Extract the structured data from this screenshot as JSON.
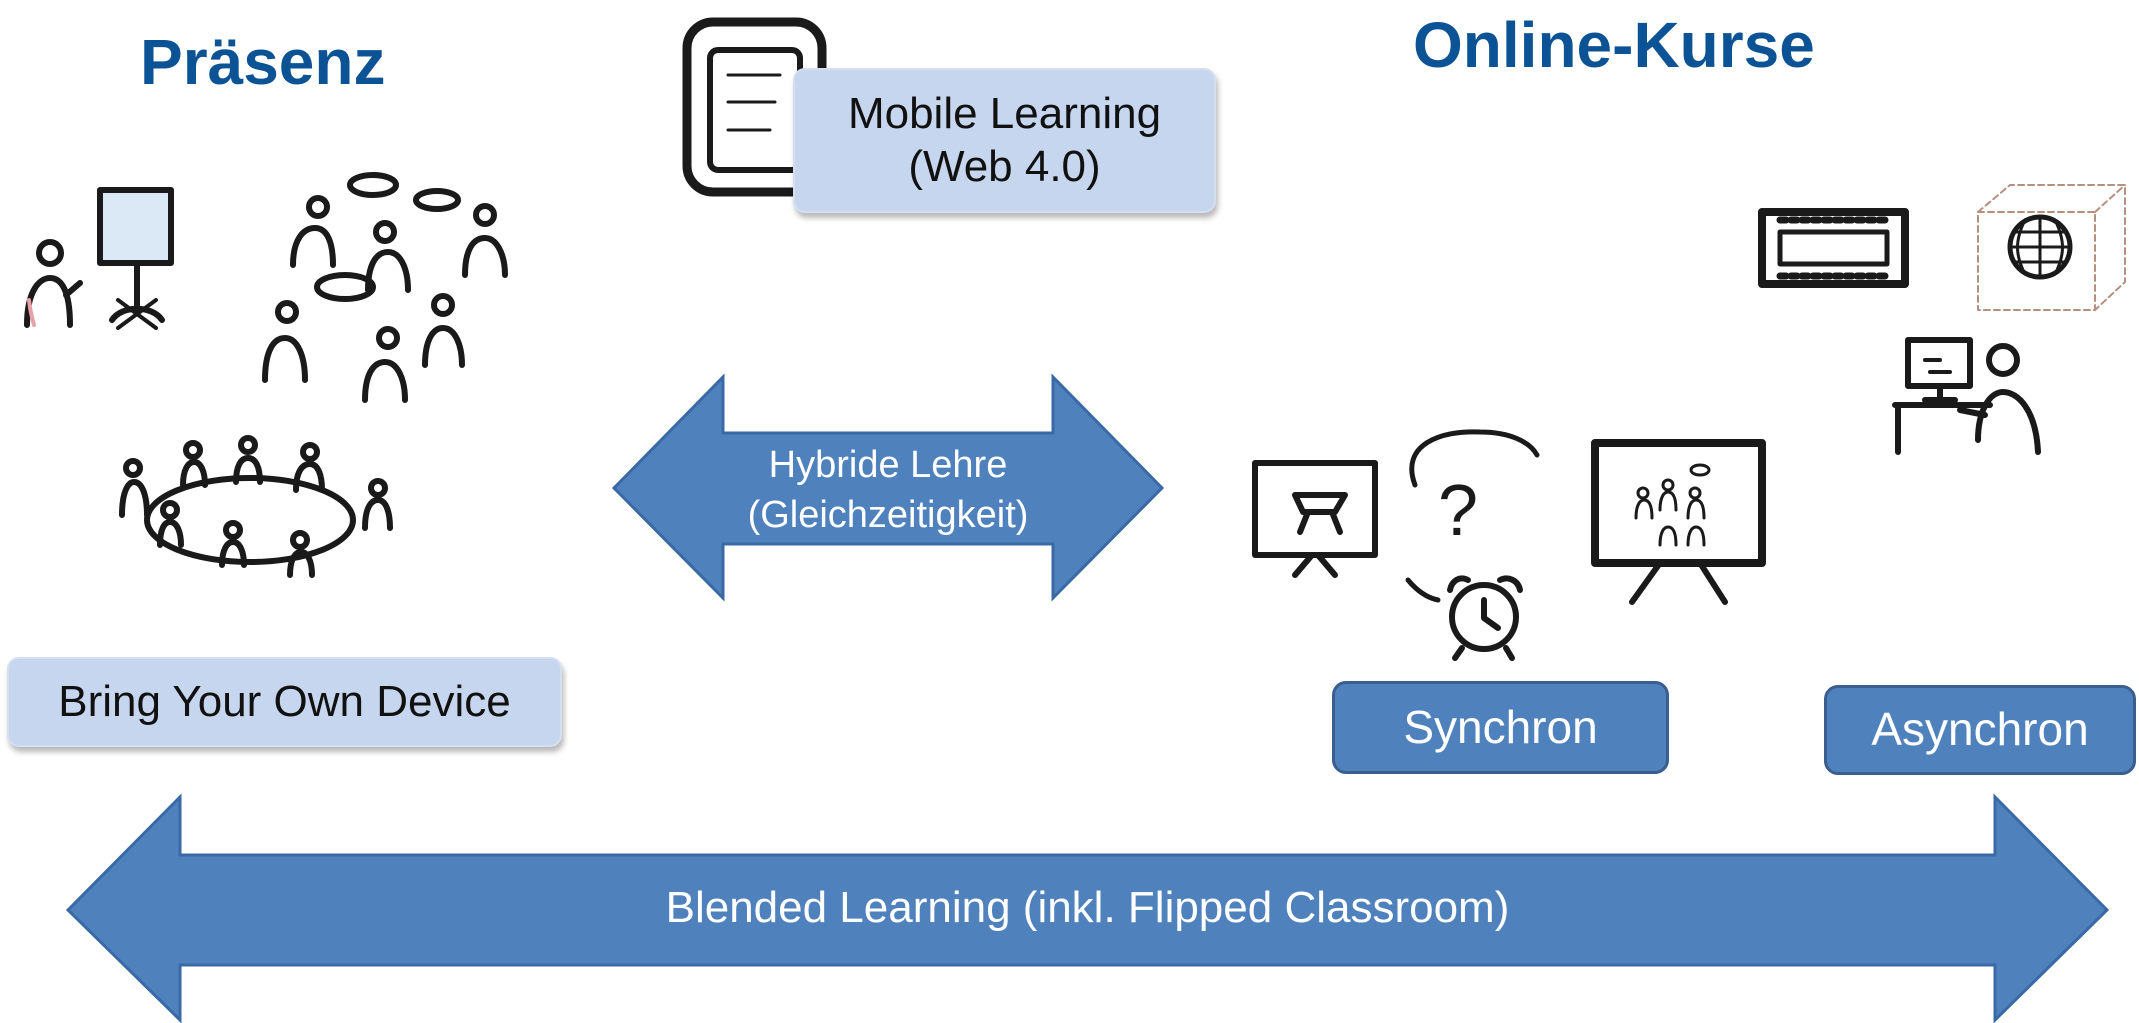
{
  "headings": {
    "presence": "Präsenz",
    "online": "Online-Kurse"
  },
  "boxes": {
    "byod": "Bring Your Own Device",
    "mobile_line1": "Mobile Learning",
    "mobile_line2": "(Web 4.0)",
    "synchron": "Synchron",
    "asynchron": "Asynchron"
  },
  "arrows": {
    "hybrid_line1": "Hybride Lehre",
    "hybrid_line2": "(Gleichzeitigkeit)",
    "blended": "Blended Learning (inkl. Flipped Classroom)"
  },
  "sketch_text": {
    "question_mark": "?"
  },
  "icons": [
    "presenter-flipchart-icon",
    "group-discussion-icon",
    "round-table-icon",
    "smartphone-icon",
    "presentation-board-icon",
    "question-mark-icon",
    "alarm-clock-icon",
    "video-conference-screen-icon",
    "film-strip-icon",
    "globe-cube-icon",
    "computer-user-icon"
  ],
  "colors": {
    "heading": "#0b5394",
    "arrow_fill": "#4f81bd",
    "arrow_stroke": "#3a6aa5",
    "light_box": "#c6d6ee",
    "dark_box": "#4f81bd",
    "sketch_stroke": "#1a1a1a"
  }
}
